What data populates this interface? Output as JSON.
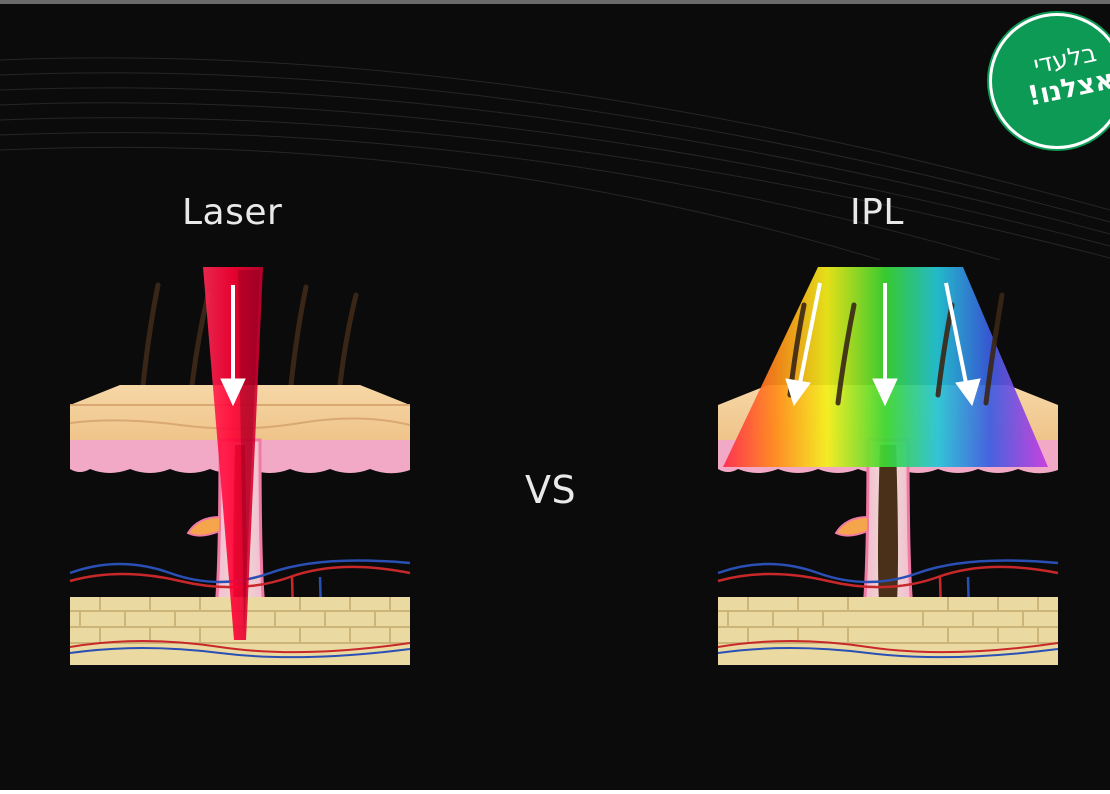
{
  "labels": {
    "laser": "Laser",
    "ipl": "IPL",
    "vs": "VS"
  },
  "badge": {
    "line1": "בלעדי",
    "line2": "אצלנו!"
  },
  "colors": {
    "background": "#0b0b0b",
    "badge": "#0c9a55",
    "laser_beam": "#ff1e4a",
    "skin_top": "#f3cf9a",
    "dermis": "#f2a9c6",
    "fat": "#ead9a0",
    "vein": "#2a4fb5",
    "artery": "#c8282a"
  }
}
